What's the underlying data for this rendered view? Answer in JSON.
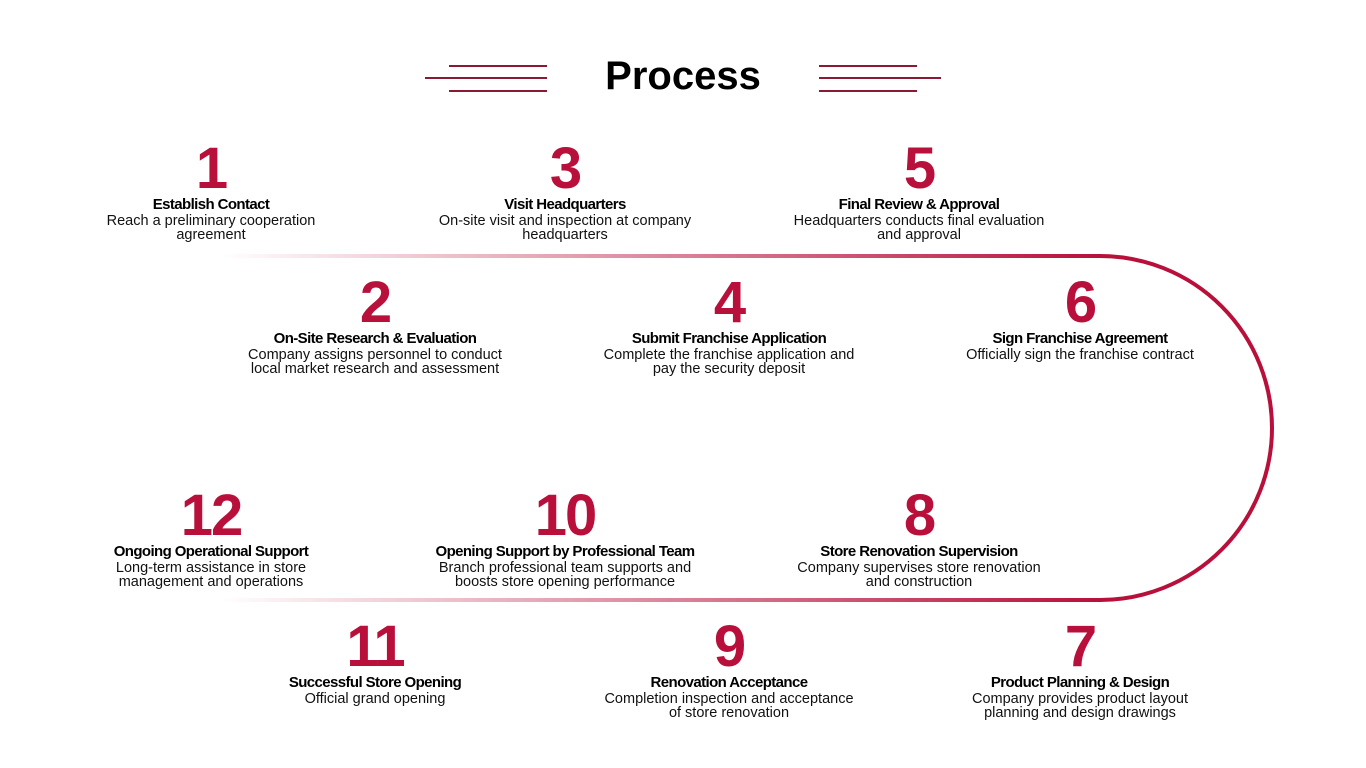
{
  "title": "Process",
  "accent": "#b8103a",
  "steps": [
    {
      "n": "1",
      "title": "Establish Contact",
      "desc": "Reach a preliminary cooperation agreement"
    },
    {
      "n": "2",
      "title": "On-Site Research & Evaluation",
      "desc": "Company assigns personnel to conduct local market research and assessment"
    },
    {
      "n": "3",
      "title": "Visit Headquarters",
      "desc": "On-site visit and inspection at company headquarters"
    },
    {
      "n": "4",
      "title": "Submit Franchise Application",
      "desc": "Complete the franchise application and pay the security deposit"
    },
    {
      "n": "5",
      "title": "Final Review & Approval",
      "desc": "Headquarters conducts final evaluation and approval"
    },
    {
      "n": "6",
      "title": "Sign Franchise Agreement",
      "desc": "Officially sign the franchise contract"
    },
    {
      "n": "7",
      "title": "Product Planning & Design",
      "desc": "Company provides product layout planning and design drawings"
    },
    {
      "n": "8",
      "title": "Store Renovation Supervision",
      "desc": "Company supervises store renovation and construction"
    },
    {
      "n": "9",
      "title": "Renovation Acceptance",
      "desc": "Completion inspection and acceptance of store renovation"
    },
    {
      "n": "10",
      "title": "Opening Support by Professional Team",
      "desc": "Branch professional team supports and boosts store opening performance"
    },
    {
      "n": "11",
      "title": "Successful Store Opening",
      "desc": "Official grand opening"
    },
    {
      "n": "12",
      "title": "Ongoing Operational Support",
      "desc": "Long-term assistance in store management and operations"
    }
  ]
}
